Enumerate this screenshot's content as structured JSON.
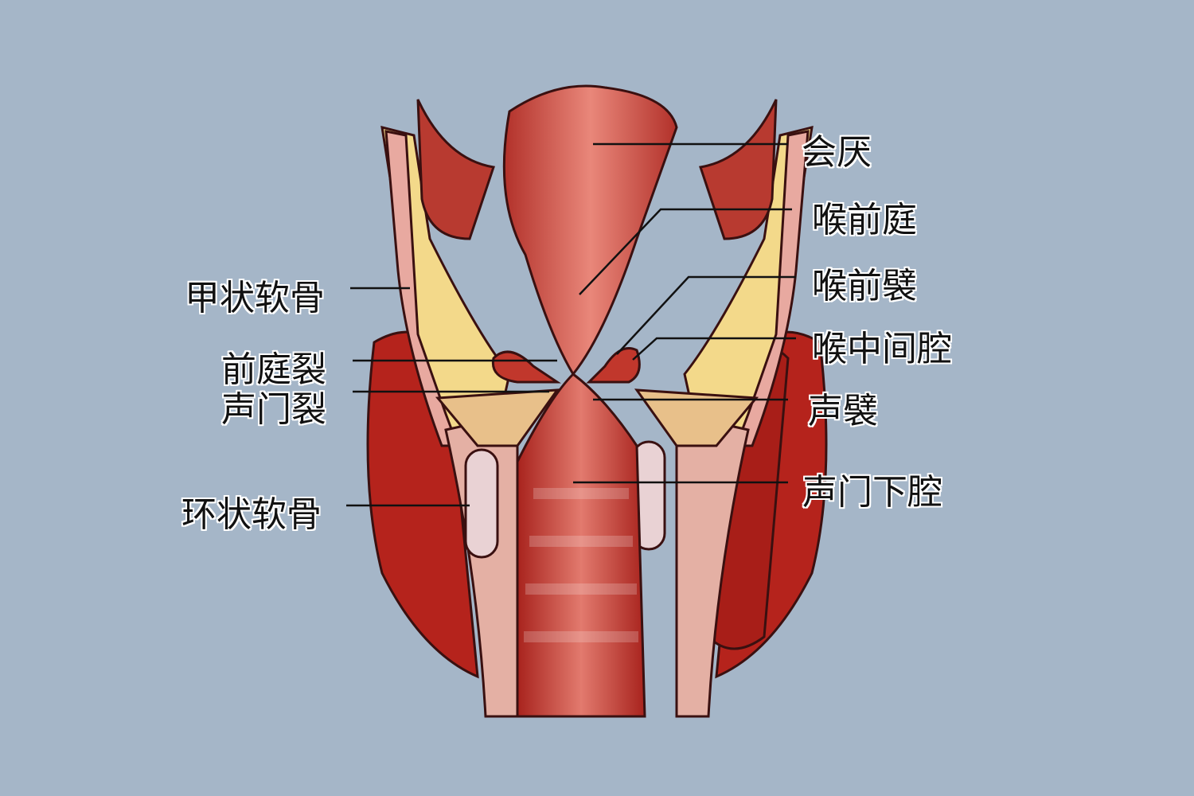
{
  "colors": {
    "background": "#a5b6c8",
    "muscle": "#b5231c",
    "cartilage": "#f3d98a",
    "mucosa": "#d9655c",
    "outline": "#3a1010"
  },
  "labels": {
    "left": [
      "甲状软骨",
      "前庭裂",
      "声门裂",
      "环状软骨"
    ],
    "right": [
      "会厌",
      "喉前庭",
      "喉前襞",
      "喉中间腔",
      "声襞",
      "声门下腔"
    ]
  }
}
